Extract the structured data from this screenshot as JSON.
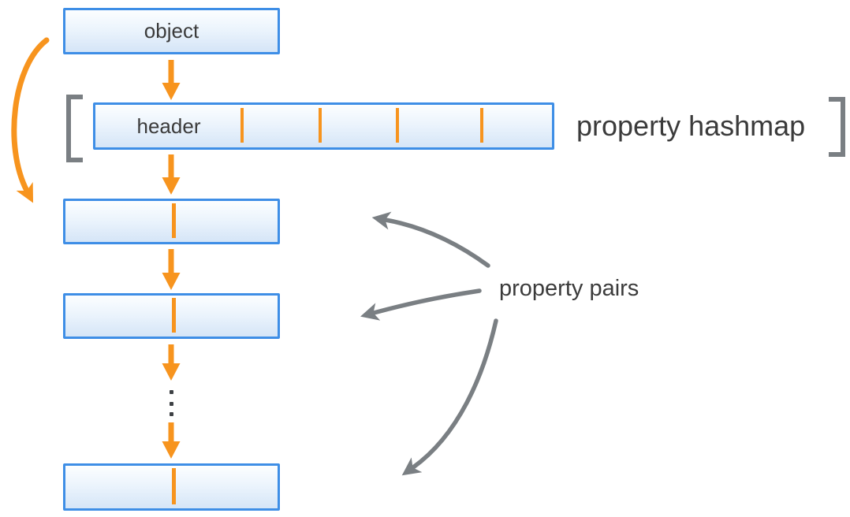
{
  "diagram": {
    "object_box": {
      "label": "object"
    },
    "hashmap": {
      "header_label": "header",
      "annotation": "property hashmap",
      "cell_count": 5,
      "divider_count": 4
    },
    "property_pairs": {
      "annotation": "property pairs",
      "visible_pair_boxes": 3,
      "ellipsis_icon": "vertical-ellipsis-icon",
      "annotation_arrow_count": 3
    },
    "colors": {
      "accent_orange": "#F7941E",
      "box_border_blue": "#3E8EE6",
      "box_fill_top": "#FCFEFF",
      "box_fill_bottom": "#D5E5F7",
      "annotation_gray": "#7A7F83",
      "text_dark": "#3B3B3B"
    }
  }
}
